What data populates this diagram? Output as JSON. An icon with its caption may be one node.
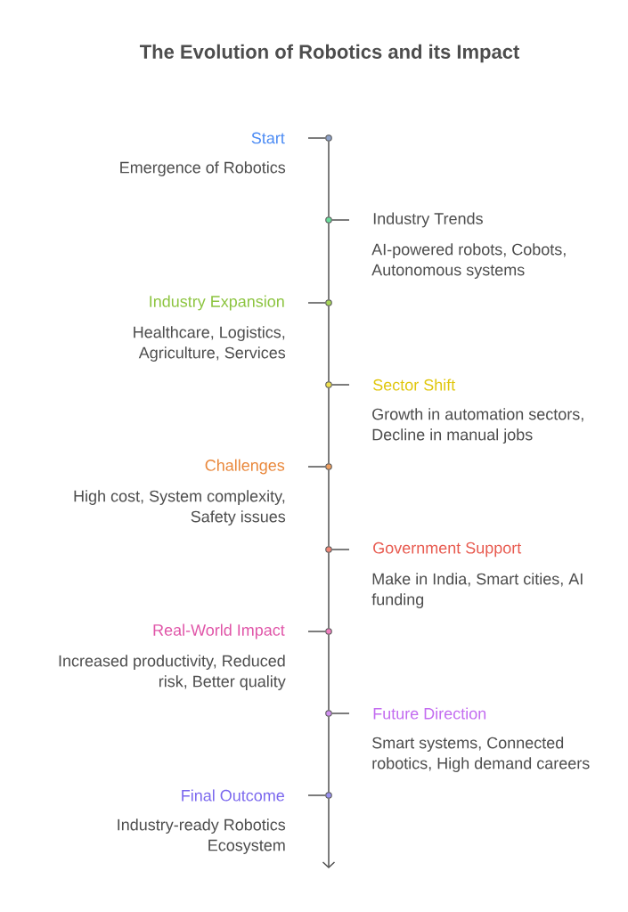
{
  "diagram": {
    "title": "The Evolution of Robotics and its Impact",
    "nodes": [
      {
        "text": [
          "Start",
          "Emergence of Robotics"
        ]
      },
      {
        "text": [
          "Industry Trends",
          "AI-powered robots, Cobots, Autonomous systems"
        ]
      },
      {
        "text": [
          "Industry Expansion",
          "Healthcare, Logistics, Agriculture, Services"
        ]
      },
      {
        "text": [
          "Sector Shift",
          "Growth in automation sectors, Decline in manual jobs"
        ]
      },
      {
        "text": [
          "Challenges",
          "High cost, System complexity, Safety issues"
        ]
      },
      {
        "text": [
          "Government Support",
          "Make in India, Smart cities, AI funding"
        ]
      },
      {
        "text": [
          "Real-World Impact",
          "Increased productivity, Reduced risk, Better quality"
        ]
      },
      {
        "text": [
          "Future Direction",
          "Smart systems, Connected robotics, High demand careers"
        ]
      },
      {
        "text": [
          "Final Outcome",
          "Industry-ready Robotics Ecosystem"
        ]
      },
      {
        "text": [],
        "shape": "circle"
      },
      {
        "text": [],
        "shape": "circle"
      },
      {
        "text": [],
        "shape": "circle"
      },
      {
        "text": [],
        "shape": "circle"
      },
      {
        "text": [],
        "shape": "circle"
      },
      {
        "text": [],
        "shape": "circle"
      },
      {
        "text": [],
        "shape": "circle"
      },
      {
        "text": [],
        "shape": "circle"
      },
      {
        "text": [],
        "shape": "circle"
      }
    ],
    "edges": [
      {
        "from": 9,
        "to": 10,
        "arrow": "none"
      },
      {
        "from": 10,
        "to": 11,
        "arrow": "none"
      },
      {
        "from": 11,
        "to": 12,
        "arrow": "none"
      },
      {
        "from": 12,
        "to": 13,
        "arrow": "none"
      },
      {
        "from": 13,
        "to": 14,
        "arrow": "none"
      },
      {
        "from": 14,
        "to": 15,
        "arrow": "none"
      },
      {
        "from": 15,
        "to": 16,
        "arrow": "none"
      },
      {
        "from": 16,
        "to": 17,
        "arrow": "none"
      },
      {
        "from": 17,
        "to": null,
        "arrow": "to"
      },
      {
        "from": 9,
        "to": 0,
        "arrow": "none"
      },
      {
        "from": 10,
        "to": 1,
        "arrow": "none"
      },
      {
        "from": 11,
        "to": 2,
        "arrow": "none"
      },
      {
        "from": 12,
        "to": 3,
        "arrow": "none"
      },
      {
        "from": 13,
        "to": 4,
        "arrow": "none"
      },
      {
        "from": 14,
        "to": 5,
        "arrow": "none"
      },
      {
        "from": 15,
        "to": 6,
        "arrow": "none"
      },
      {
        "from": 16,
        "to": 7,
        "arrow": "none"
      },
      {
        "from": 17,
        "to": 8,
        "arrow": "none"
      }
    ]
  }
}
